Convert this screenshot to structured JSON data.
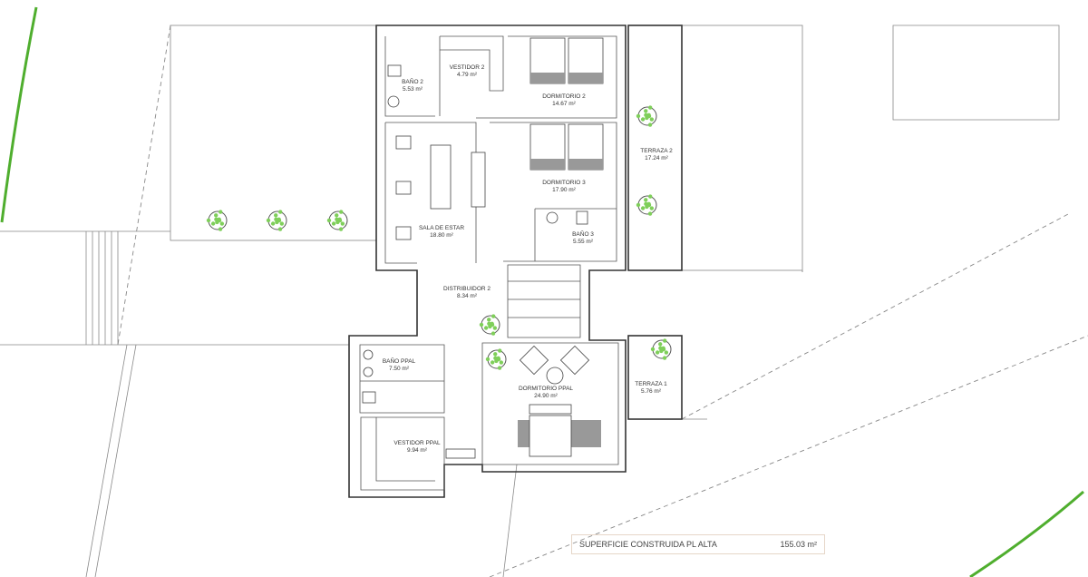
{
  "rooms": [
    {
      "name": "BAÑO 2",
      "area": "5.53 m²"
    },
    {
      "name": "VESTIDOR 2",
      "area": "4.79 m²"
    },
    {
      "name": "DORMITORIO 2",
      "area": "14.67 m²"
    },
    {
      "name": "DORMITORIO 3",
      "area": "17.90 m²"
    },
    {
      "name": "TERRAZA 2",
      "area": "17.24 m²"
    },
    {
      "name": "SALA DE ESTAR",
      "area": "18.80 m²"
    },
    {
      "name": "BAÑO 3",
      "area": "5.55 m²"
    },
    {
      "name": "DISTRIBUIDOR 2",
      "area": "8.34 m²"
    },
    {
      "name": "BAÑO PPAL",
      "area": "7.50 m²"
    },
    {
      "name": "DORMITORIO PPAL",
      "area": "24.90 m²"
    },
    {
      "name": "TERRAZA 1",
      "area": "5.76 m²"
    },
    {
      "name": "VESTIDOR PPAL",
      "area": "9.94 m²"
    }
  ],
  "summary": {
    "label": "SUPERFICIE CONSTRUIDA PL ALTA",
    "value": "155.03 m²"
  },
  "colors": {
    "walls": "#333333",
    "site_boundary": "#4fae2e",
    "trees": "#7fcf5a"
  }
}
